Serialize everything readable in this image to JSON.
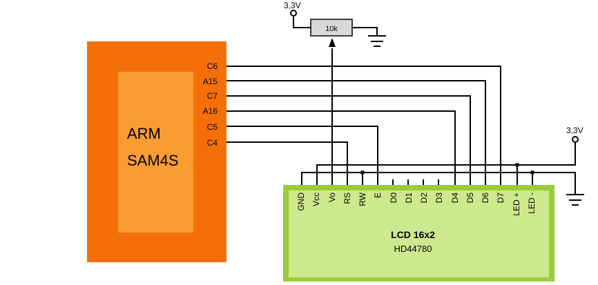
{
  "mcu": {
    "line1": "ARM",
    "line2": "SAM4S",
    "pins": [
      "C6",
      "A15",
      "C7",
      "A16",
      "C5",
      "C4"
    ],
    "outer_color": "#f46f07",
    "inner_color": "#fb9c32"
  },
  "lcd": {
    "title": "LCD 16x2",
    "subtitle": "HD44780",
    "pins": [
      "GND",
      "Vcc",
      "Vo",
      "RS",
      "RW",
      "E",
      "D0",
      "D1",
      "D2",
      "D3",
      "D4",
      "D5",
      "D6",
      "D7",
      "LED +",
      "LED -"
    ],
    "outer_color": "#9bcc3c",
    "inner_color": "#cde98e"
  },
  "potentiometer": {
    "label": "10k"
  },
  "supply": {
    "top_label": "3,3V",
    "right_label": "3,3V"
  }
}
